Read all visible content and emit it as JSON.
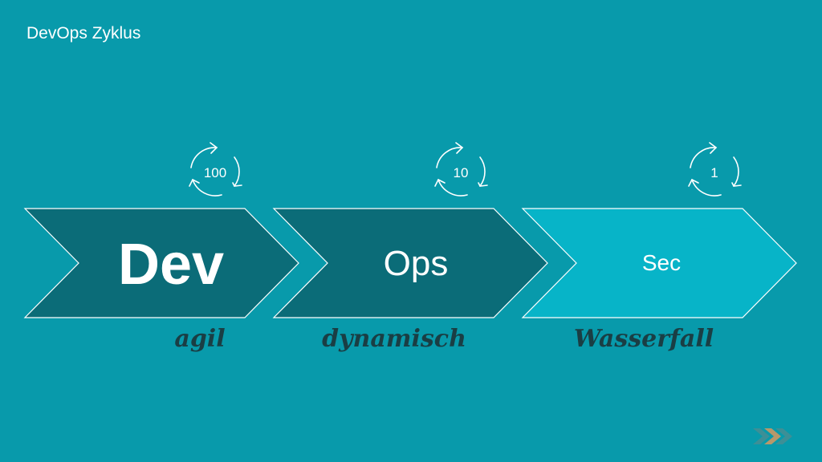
{
  "slide": {
    "title": "DevOps Zyklus"
  },
  "stages": [
    {
      "label": "Dev",
      "cycle_count": "100",
      "caption": "agil",
      "color": "#0b6c78"
    },
    {
      "label": "Ops",
      "cycle_count": "10",
      "caption": "dynamisch",
      "color": "#0b6c78"
    },
    {
      "label": "Sec",
      "cycle_count": "1",
      "caption": "Wasserfall",
      "color": "#07b4c8"
    }
  ],
  "colors": {
    "background": "#089aab",
    "outline": "#ffffff",
    "logo_primary": "#3d8f96",
    "logo_accent": "#b7986b"
  },
  "icons": {
    "cycle": "circular-arrows-icon",
    "logo": "brand-logo-icon"
  }
}
